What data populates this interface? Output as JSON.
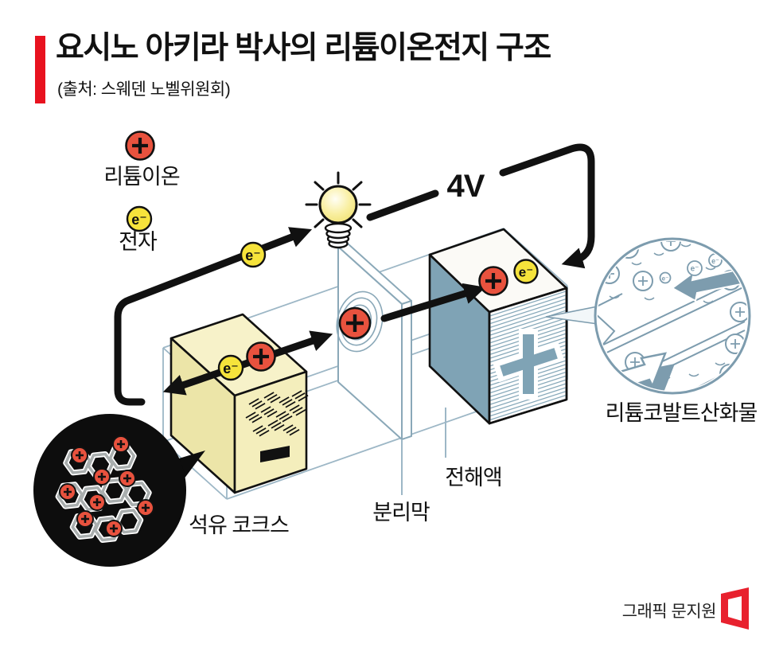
{
  "header": {
    "title": "요시노 아키라 박사의 리튬이온전지 구조",
    "source": "(출처: 스웨덴 노벨위원회)"
  },
  "legend": {
    "lithium_ion_label": "리튬이온",
    "electron_label": "전자"
  },
  "symbols": {
    "electron": "e⁻"
  },
  "diagram": {
    "voltage": "4V",
    "anode_label": "석유 코크스",
    "separator_label": "분리막",
    "electrolyte_label": "전해액",
    "cathode_zoom_label": "리튬코발트산화물"
  },
  "footer": {
    "credit": "그래픽 문지원"
  },
  "colors": {
    "accent_red": "#e8121f",
    "ion_red": "#e8523e",
    "electron_yellow": "#f6e33b",
    "anode_yellow": "#f4eebc",
    "cathode_blue": "#7fa3b5",
    "wireframe_blue": "#9db7c6",
    "coke_circle_black": "#0d0d0d"
  }
}
